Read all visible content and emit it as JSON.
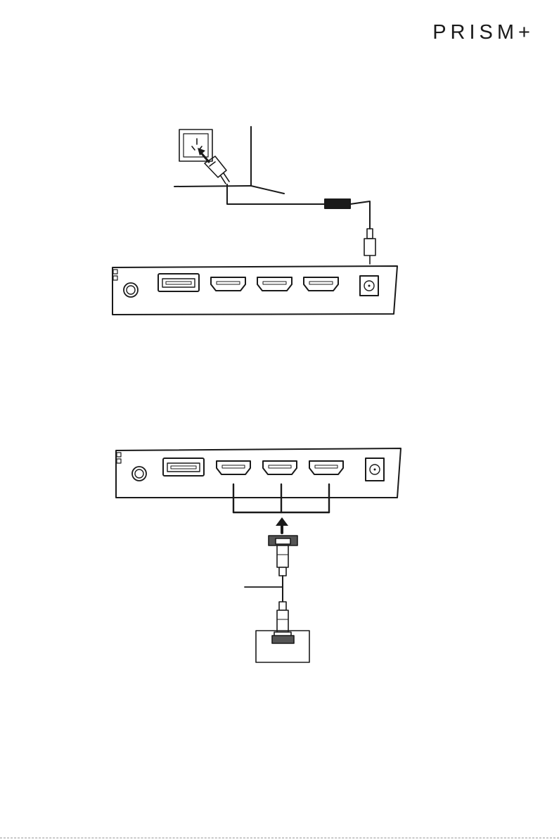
{
  "brand": {
    "logo_text": "PRISM+"
  },
  "colors": {
    "ink": "#1a1a1a",
    "port_fill": "#ffffff",
    "plug_fill": "#555555"
  },
  "figures": [
    {
      "name": "power-connection"
    },
    {
      "name": "hdmi-connection"
    }
  ]
}
